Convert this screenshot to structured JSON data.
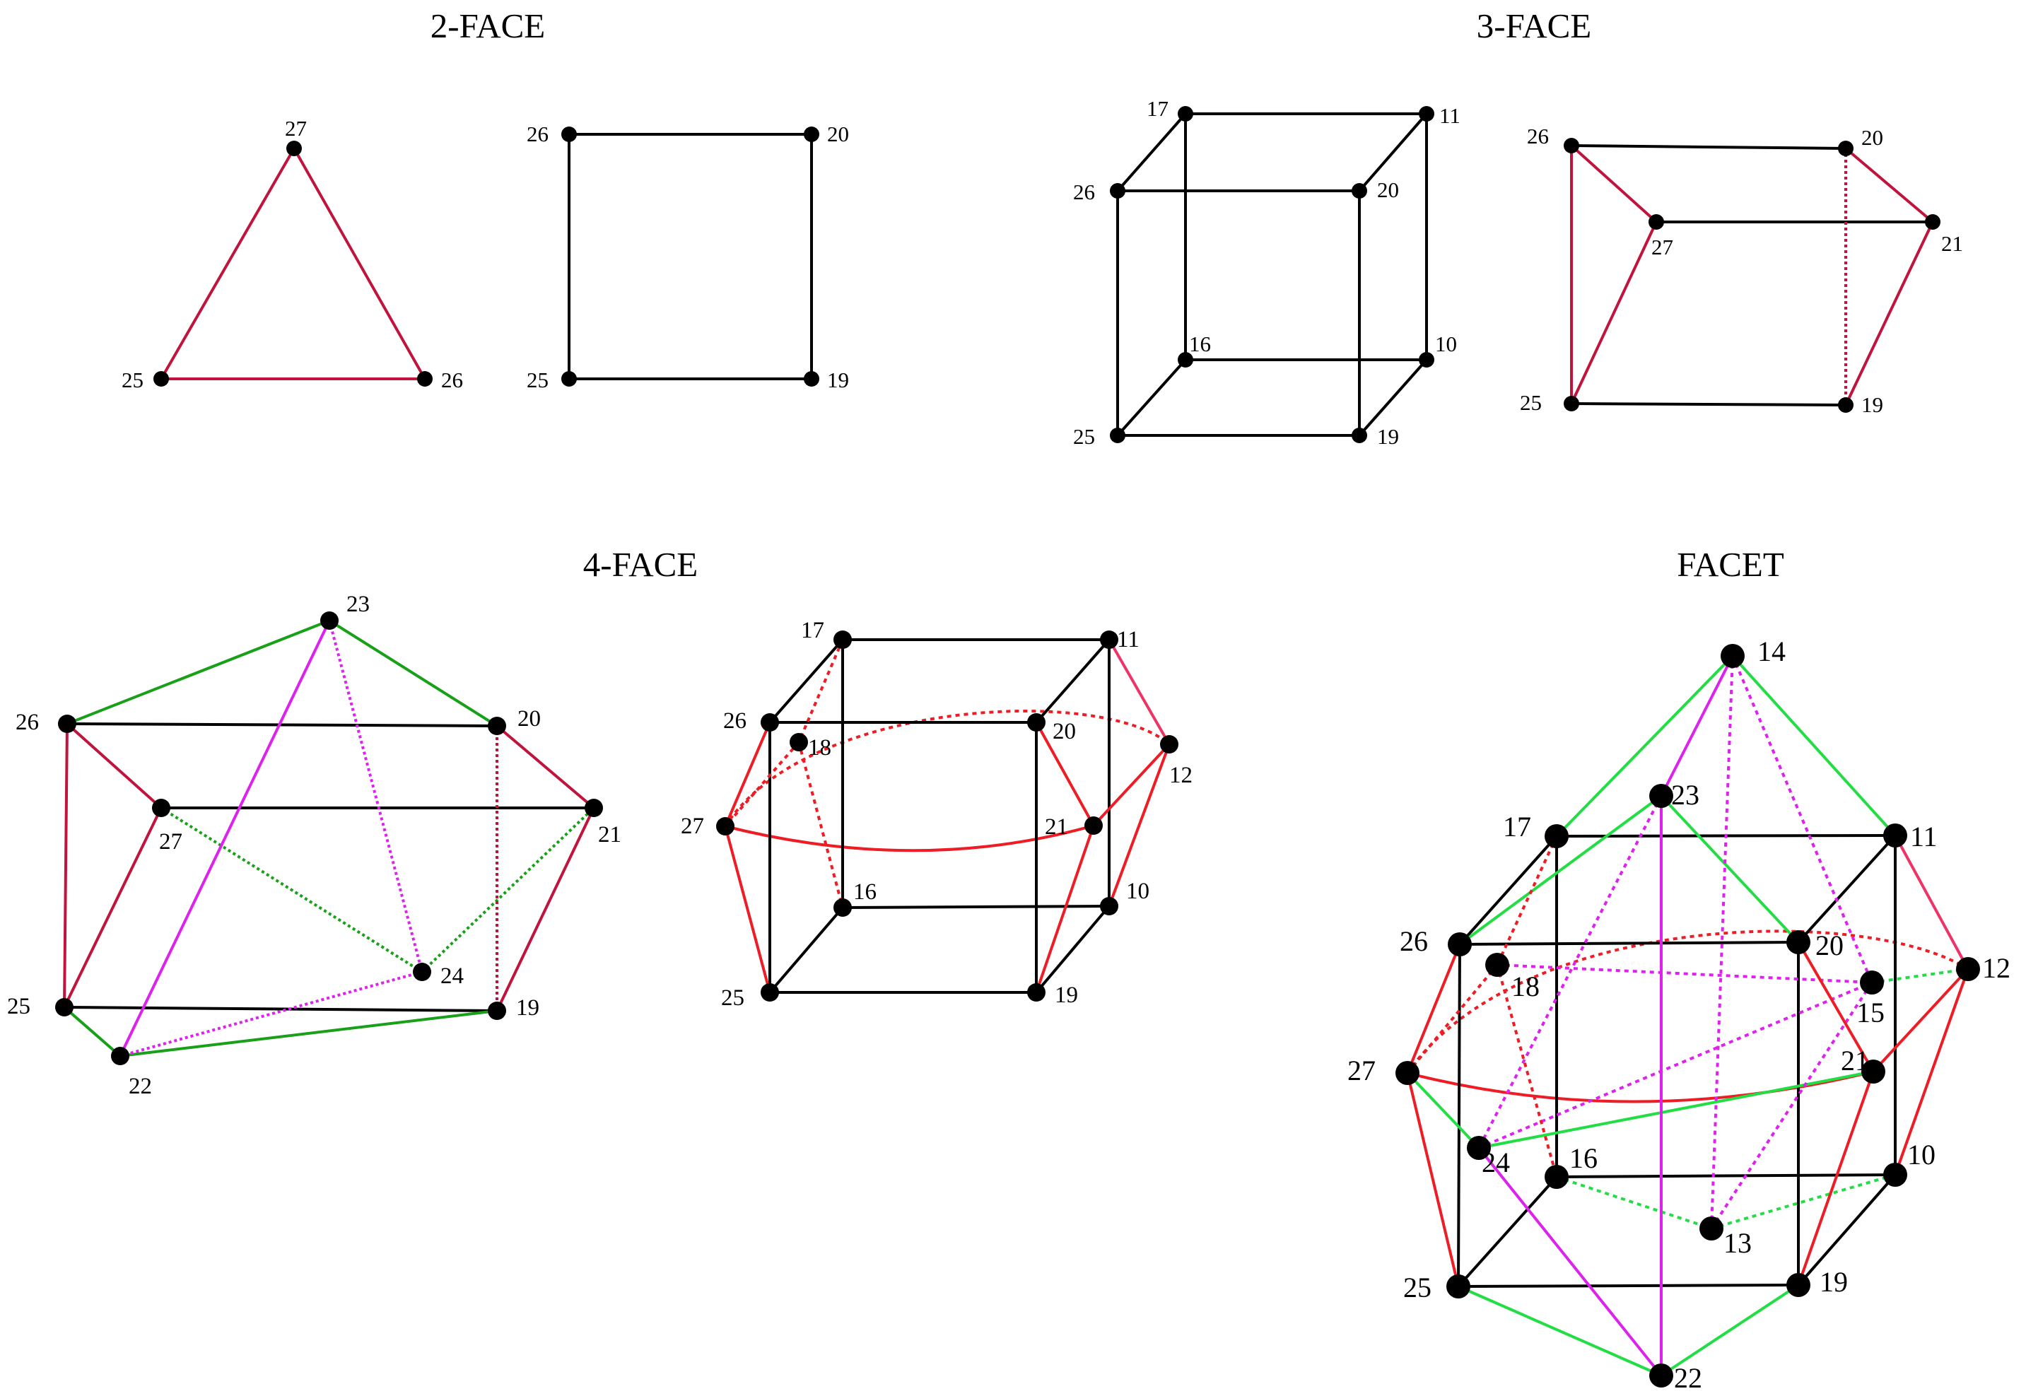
{
  "titles": {
    "face2": "2-FACE",
    "face3": "3-FACE",
    "face4": "4-FACE",
    "facet": "FACET"
  },
  "colors": {
    "black": "#000000",
    "crimson": "#c0143c",
    "red": "#ee1c24",
    "green": "#19a019",
    "bright_green": "#22dd44",
    "magenta": "#dd22ee",
    "pink": "#ee3366"
  },
  "diagrams": [
    {
      "id": "triangle",
      "vertices": [
        {
          "label": "27"
        },
        {
          "label": "25"
        },
        {
          "label": "26"
        }
      ]
    },
    {
      "id": "square",
      "vertices": [
        {
          "label": "26"
        },
        {
          "label": "20"
        },
        {
          "label": "25"
        },
        {
          "label": "19"
        }
      ]
    },
    {
      "id": "cube",
      "vertices": [
        {
          "label": "17"
        },
        {
          "label": "11"
        },
        {
          "label": "26"
        },
        {
          "label": "20"
        },
        {
          "label": "16"
        },
        {
          "label": "10"
        },
        {
          "label": "25"
        },
        {
          "label": "19"
        }
      ]
    },
    {
      "id": "prism",
      "vertices": [
        {
          "label": "26"
        },
        {
          "label": "20"
        },
        {
          "label": "27"
        },
        {
          "label": "21"
        },
        {
          "label": "25"
        },
        {
          "label": "19"
        }
      ]
    },
    {
      "id": "face4-a",
      "vertices": [
        {
          "label": "23"
        },
        {
          "label": "26"
        },
        {
          "label": "20"
        },
        {
          "label": "27"
        },
        {
          "label": "21"
        },
        {
          "label": "24"
        },
        {
          "label": "25"
        },
        {
          "label": "19"
        },
        {
          "label": "22"
        }
      ]
    },
    {
      "id": "face4-b",
      "vertices": [
        {
          "label": "17"
        },
        {
          "label": "11"
        },
        {
          "label": "26"
        },
        {
          "label": "18"
        },
        {
          "label": "20"
        },
        {
          "label": "12"
        },
        {
          "label": "27"
        },
        {
          "label": "21"
        },
        {
          "label": "16"
        },
        {
          "label": "10"
        },
        {
          "label": "25"
        },
        {
          "label": "19"
        }
      ]
    },
    {
      "id": "facet",
      "vertices": [
        {
          "label": "14"
        },
        {
          "label": "23"
        },
        {
          "label": "17"
        },
        {
          "label": "11"
        },
        {
          "label": "26"
        },
        {
          "label": "20"
        },
        {
          "label": "12"
        },
        {
          "label": "18"
        },
        {
          "label": "15"
        },
        {
          "label": "27"
        },
        {
          "label": "21"
        },
        {
          "label": "24"
        },
        {
          "label": "16"
        },
        {
          "label": "10"
        },
        {
          "label": "13"
        },
        {
          "label": "25"
        },
        {
          "label": "19"
        },
        {
          "label": "22"
        }
      ]
    }
  ]
}
